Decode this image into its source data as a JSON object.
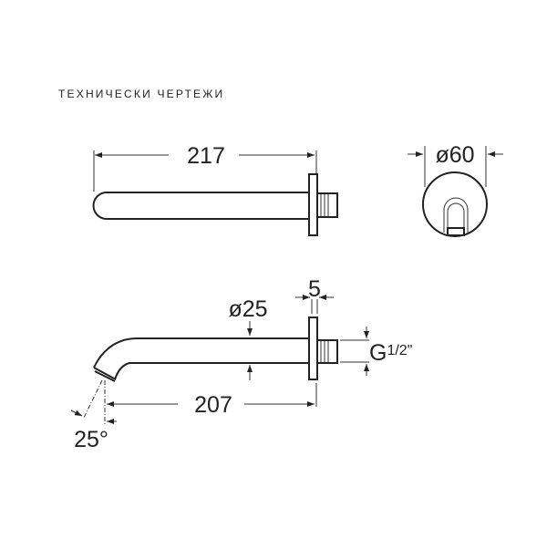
{
  "title": "ТЕХНИЧЕСКИ ЧЕРТЕЖИ",
  "dimensions": {
    "total_length": "217",
    "flange_diameter": "ø60",
    "spout_diameter": "ø25",
    "flange_thickness": "5",
    "thread": "G",
    "thread_fraction": "1/2\"",
    "projection": "207",
    "angle": "25°"
  }
}
